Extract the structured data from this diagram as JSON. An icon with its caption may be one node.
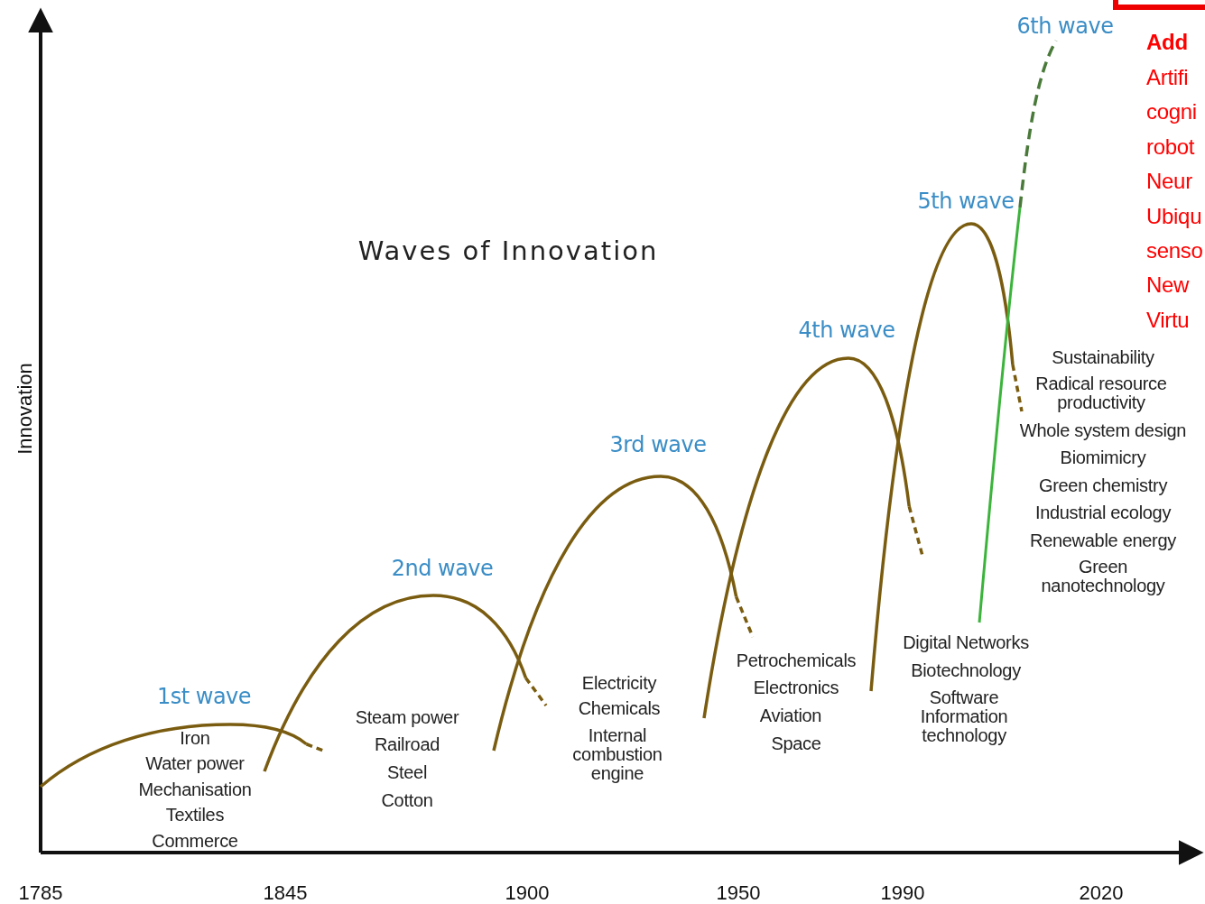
{
  "diagram": {
    "title": "Waves of Innovation",
    "labels": [
      "6th wave",
      "Add",
      "Artifi",
      "cogni",
      "robot",
      "Neur",
      "Ubiqu",
      "senso",
      "New",
      "Virtu",
      "5th wave",
      "4th wave",
      "Sustainability",
      "Radical resource productivity",
      "Whole system design",
      "Biomimicry",
      "Green chemistry",
      "Industrial ecology",
      "Renewable energy",
      "Green nanotechnology",
      "Innovation",
      "3rd wave",
      "2nd wave",
      "Digital Networks",
      "Biotechnology",
      "Software Information technology",
      "Petrochemicals",
      "Electronics",
      "Aviation",
      "Space",
      "Electricity",
      "Chemicals",
      "Internal combustion engine",
      "1st wave",
      "Iron",
      "Water power",
      "Mechanisation",
      "Textiles",
      "Commerce",
      "Steam power",
      "Railroad",
      "Steel",
      "Cotton",
      "1785",
      "1845",
      "1900",
      "1950",
      "1990",
      "2020"
    ]
  }
}
